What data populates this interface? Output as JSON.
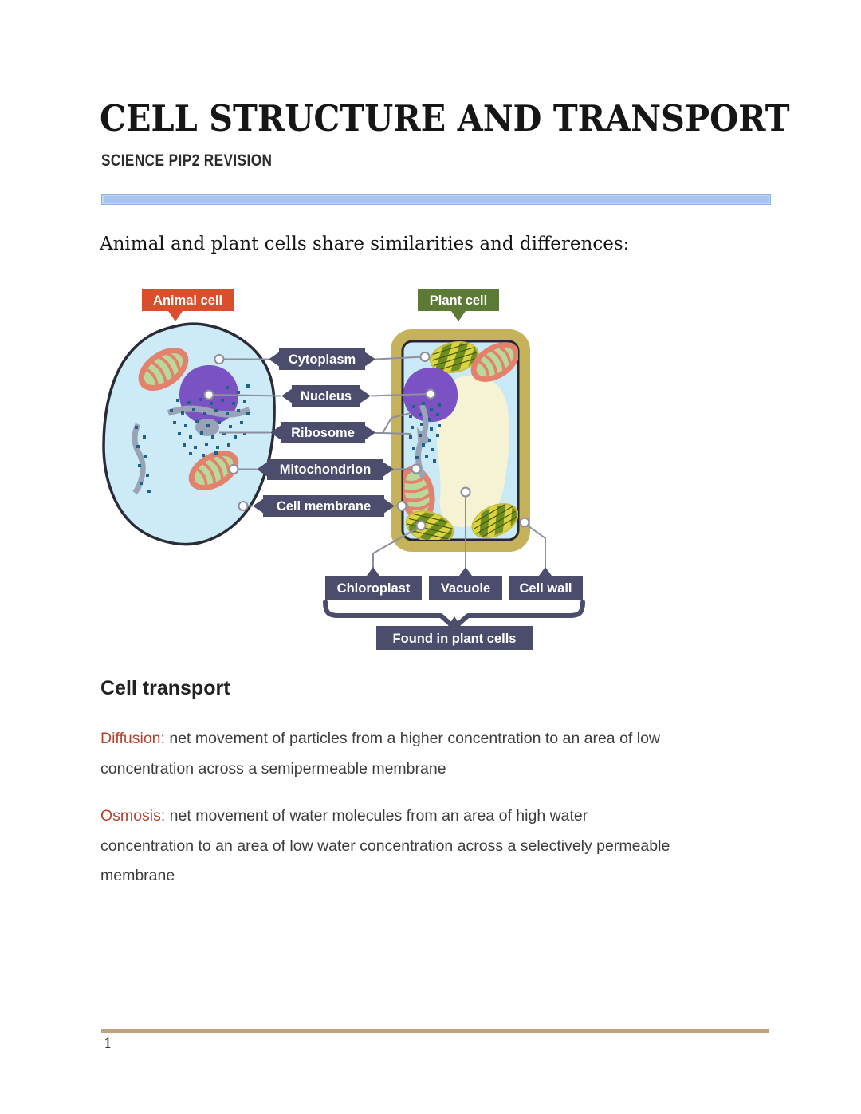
{
  "page": {
    "title": "CELL STRUCTURE AND TRANSPORT",
    "subtitle": "SCIENCE PIP2 REVISION",
    "intro": "Animal and plant cells share similarities and differences:",
    "page_number": "1"
  },
  "diagram": {
    "animal_cell_label": "Animal cell",
    "plant_cell_label": "Plant cell",
    "shared_labels": [
      "Cytoplasm",
      "Nucleus",
      "Ribosome",
      "Mitochondrion",
      "Cell membrane"
    ],
    "plant_only_labels": [
      "Chloroplast",
      "Vacuole",
      "Cell wall"
    ],
    "plant_only_caption": "Found in plant cells",
    "colors": {
      "label_badge": "#4c4c6d",
      "animal_badge": "#d94f2b",
      "plant_badge": "#5c7a35",
      "cell_wall_tan": "#c6b25b",
      "cytoplasm_blue": "#cdeaf7",
      "nucleus_purple": "#7a52c4",
      "vacuole_cream": "#f6f3d4",
      "mitochondrion_salmon": "#e2826c",
      "chloroplast_green": "#6f8d21",
      "ribosome_dot": "#1e6386"
    }
  },
  "transport": {
    "heading": "Cell transport",
    "paragraphs": [
      {
        "term": "Diffusion:",
        "text": " net movement of particles from a higher concentration to an area of low\nconcentration across a semipermeable membrane"
      },
      {
        "term": "Osmosis:",
        "text": " net movement of water molecules from an area of high water\nconcentration to an area of low water concentration across a selectively permeable\nmembrane"
      }
    ]
  },
  "footer": {
    "divider_color": "#c2a27a",
    "title_divider_color": "#a9c4ee"
  }
}
